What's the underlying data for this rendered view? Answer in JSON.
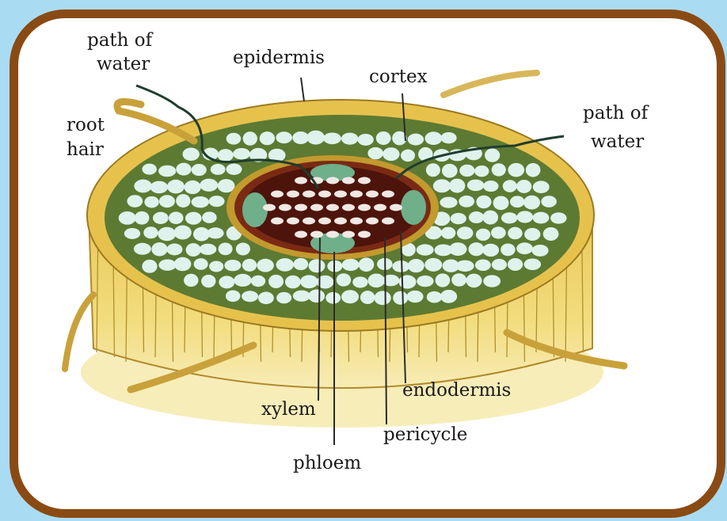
{
  "labels": {
    "path_of_water_left": [
      "path of",
      "water"
    ],
    "root_hair": [
      "root",
      "hair"
    ],
    "epidermis": "epidermis",
    "cortex": "cortex",
    "path_of_water_right": [
      "path of",
      "water"
    ],
    "endodermis": "endodermis",
    "xylem": "xylem",
    "pericycle": "pericycle",
    "phloem": "phloem"
  },
  "colors": {
    "background": "#a9dcf3",
    "frame_border": "#8a4a14",
    "epidermis": "#e6c24d",
    "cortex_cell": "#dff3ec",
    "cell_wall": "#4f6b2a",
    "stele": "#5a1a10",
    "phloem": "#6fb08a"
  }
}
